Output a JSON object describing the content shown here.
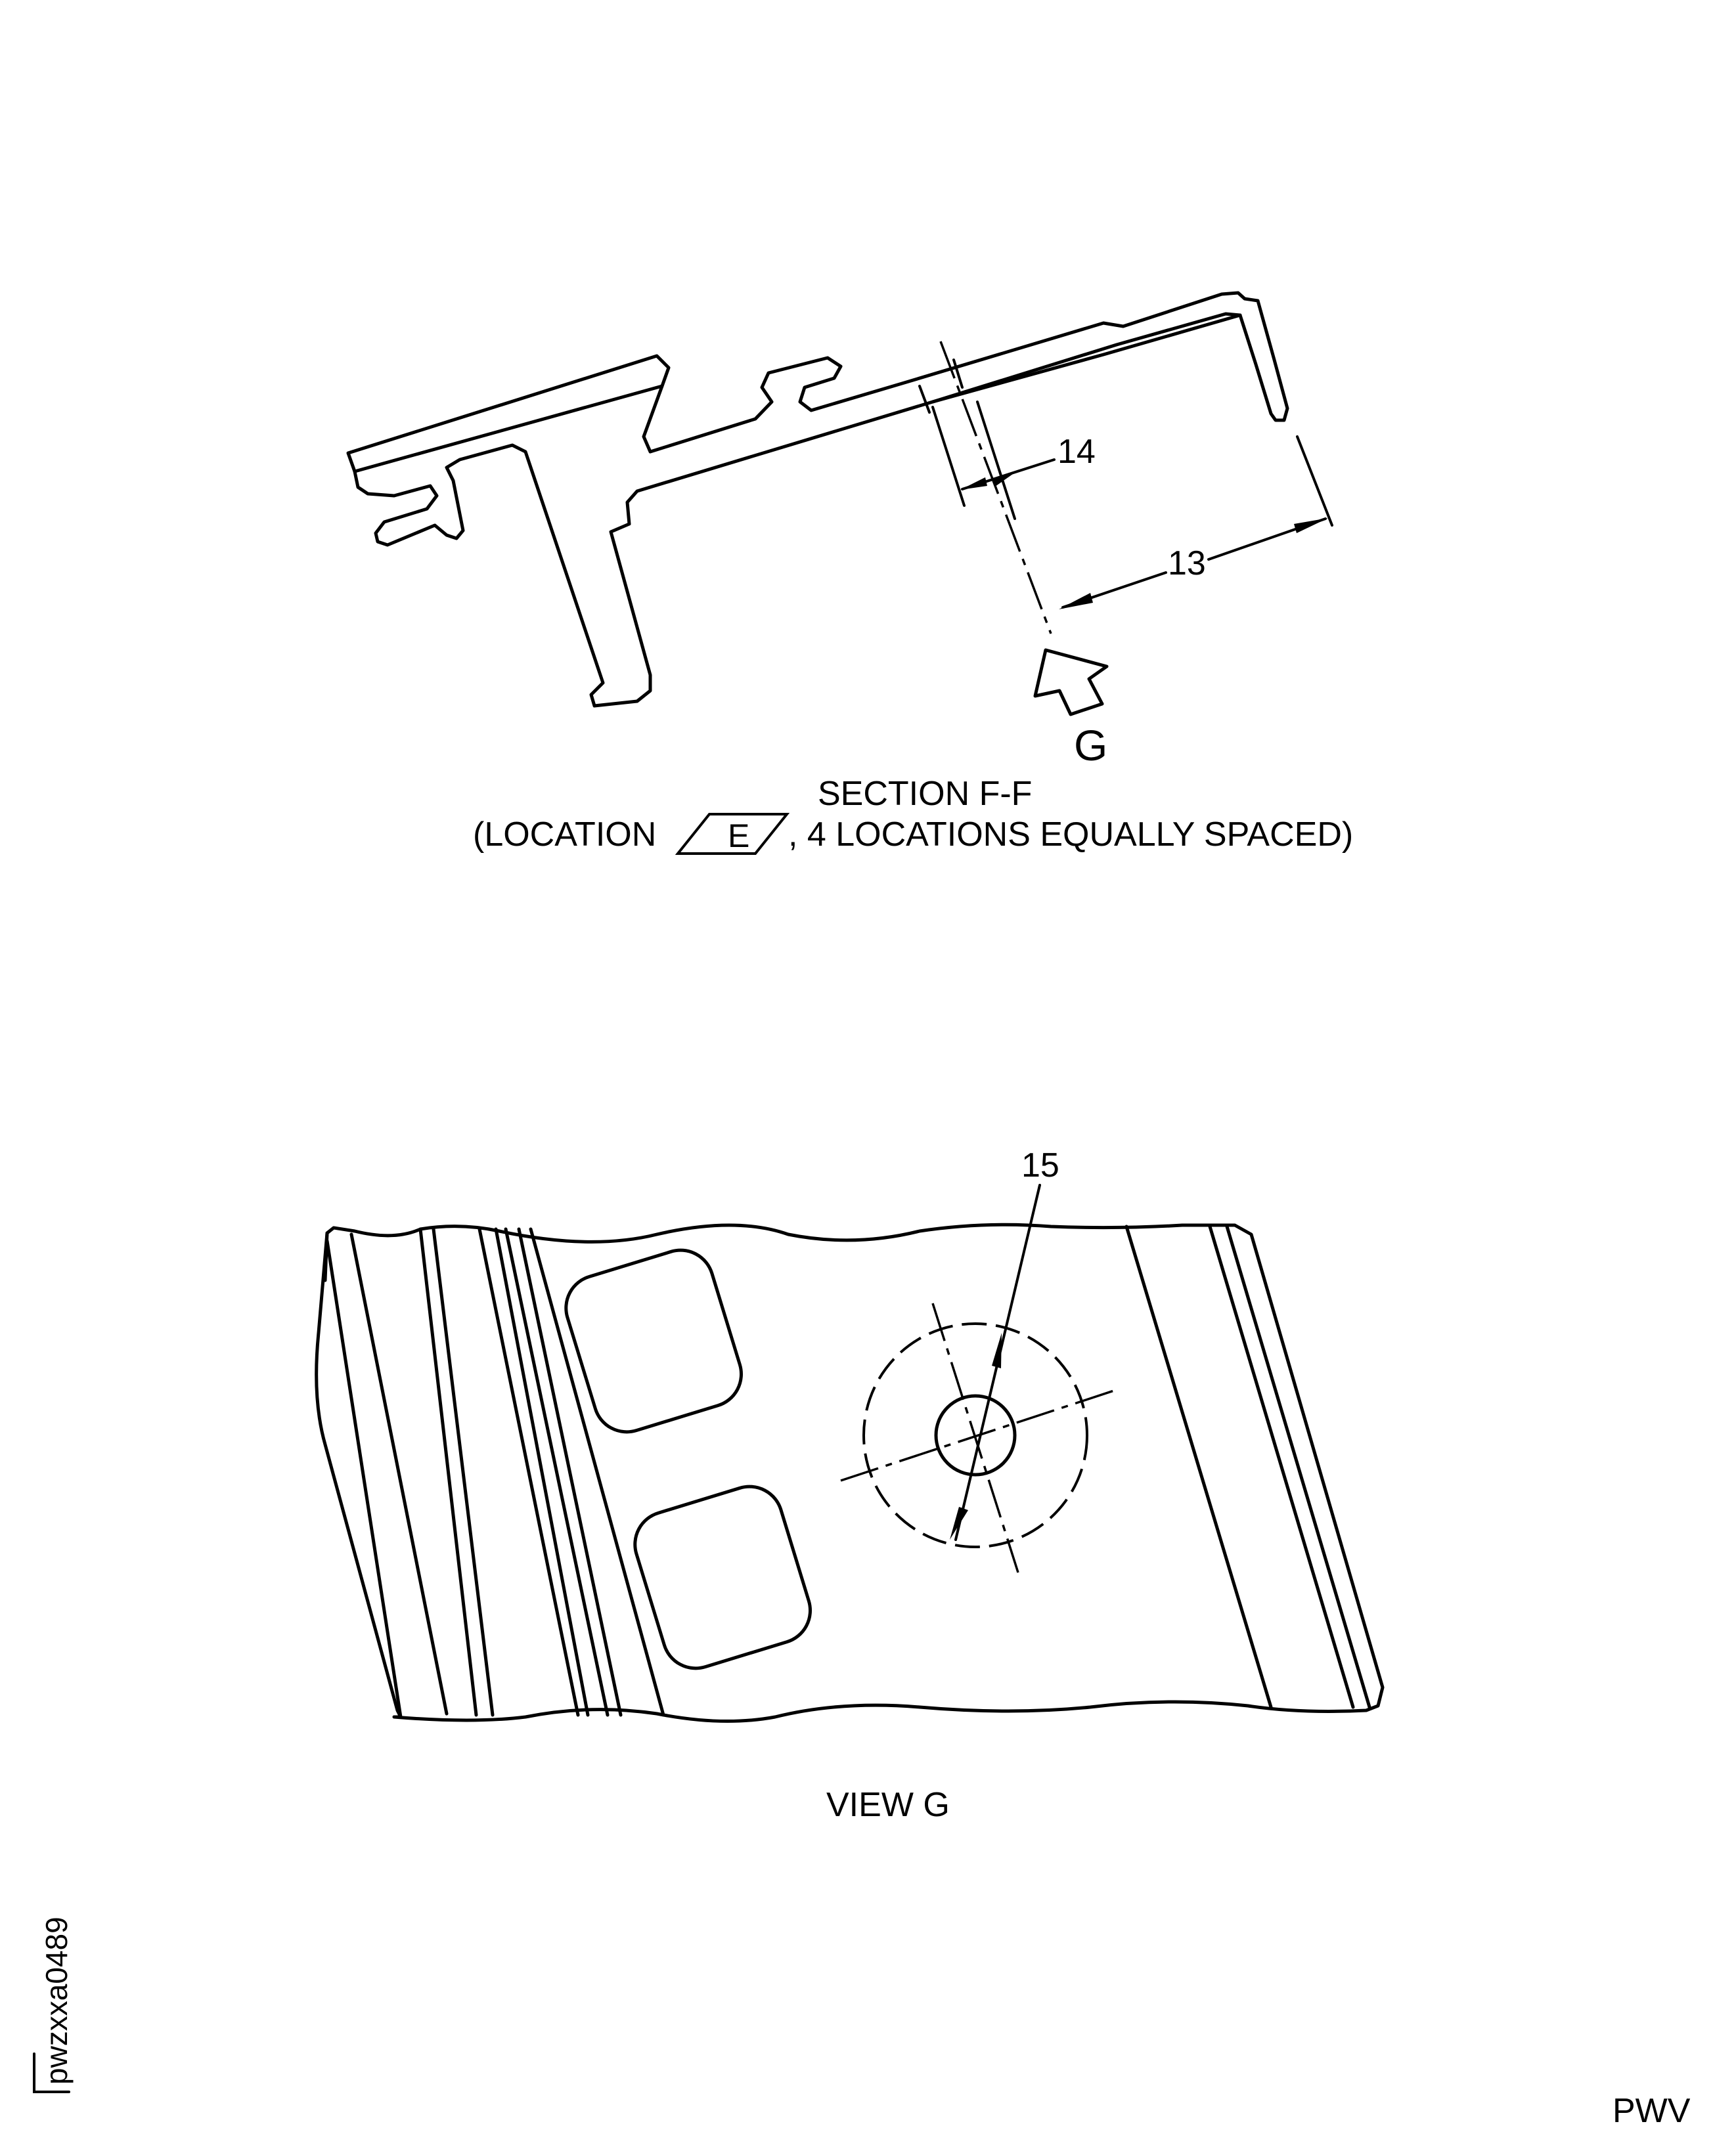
{
  "section": {
    "title": "SECTION F-F",
    "location_prefix": "(LOCATION",
    "location_flag": "E",
    "location_suffix": ", 4 LOCATIONS EQUALLY SPACED)",
    "view_arrow_label": "G",
    "dim_13": "13",
    "dim_14": "14"
  },
  "view": {
    "title": "VIEW G",
    "dim_15": "15"
  },
  "figure_id": "pwzxxa0489",
  "corner_code": "PWV"
}
